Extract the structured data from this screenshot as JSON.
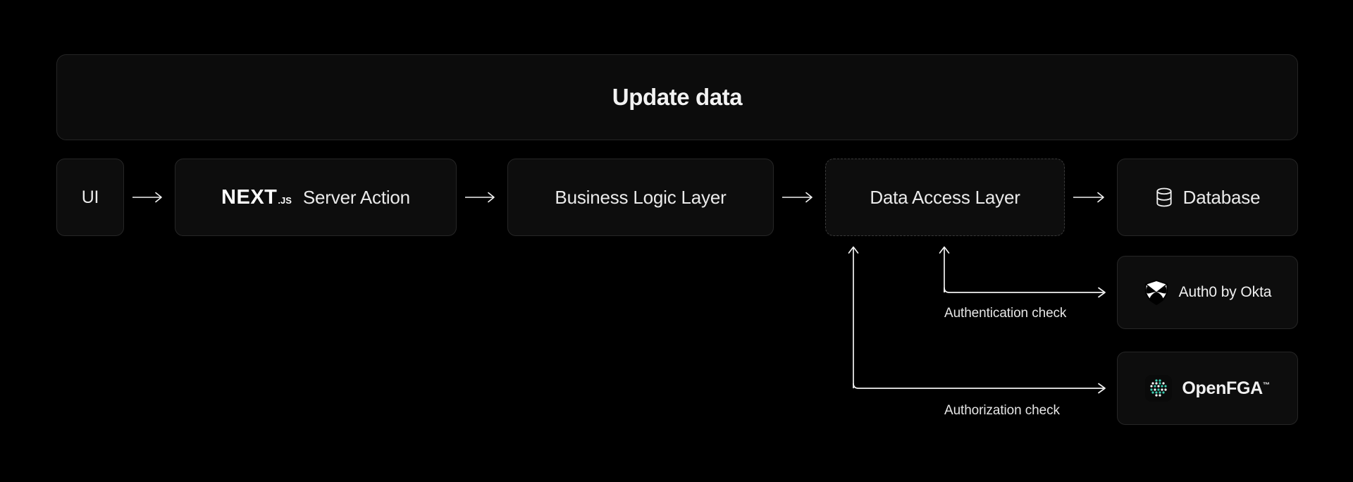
{
  "banner": {
    "title": "Update data"
  },
  "flow": {
    "nodes": [
      {
        "id": "ui",
        "label": "UI"
      },
      {
        "id": "server-action",
        "brand": "NEXT",
        "brand_suffix": ".JS",
        "label": "Server Action"
      },
      {
        "id": "business-logic",
        "label": "Business Logic Layer"
      },
      {
        "id": "data-access",
        "label": "Data Access Layer",
        "border": "dashed"
      },
      {
        "id": "database",
        "label": "Database",
        "icon": "database-icon"
      }
    ],
    "arrows": [
      {
        "id": "ui-to-server-action",
        "glyph": "→"
      },
      {
        "id": "server-action-to-business-logic",
        "glyph": "→"
      },
      {
        "id": "business-logic-to-data-access",
        "glyph": "→"
      },
      {
        "id": "data-access-to-database",
        "glyph": "→"
      }
    ]
  },
  "services": [
    {
      "id": "auth0",
      "label": "Auth0 by Okta",
      "icon": "auth0-shield-icon"
    },
    {
      "id": "openfga",
      "label": "OpenFGA",
      "trademark": "™",
      "icon": "openfga-hex-dots-icon"
    }
  ],
  "connectors": [
    {
      "id": "authentication",
      "caption": "Authentication check",
      "from": "data-access",
      "to": "auth0"
    },
    {
      "id": "authorization",
      "caption": "Authorization check",
      "from": "data-access",
      "to": "openfga"
    }
  ],
  "colors": {
    "background": "#000000",
    "node_fill": "#0d0d0d",
    "node_border": "#262626",
    "dashed_border": "#3a3a3a",
    "text": "#eaeaea",
    "line": "#f2f2f2",
    "openfga_accent": "#3ecfb2"
  }
}
